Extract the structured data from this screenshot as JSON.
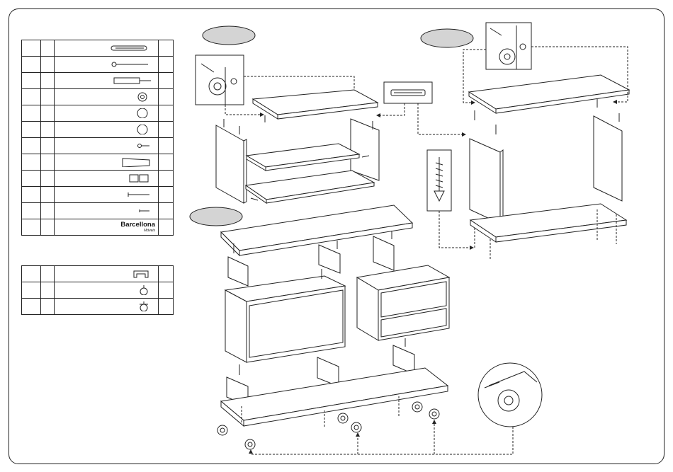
{
  "brand": {
    "name": "Barcellona",
    "sub": "Móveis"
  },
  "colors": {
    "line": "#222222",
    "step_badge": "#d4d4d4",
    "panel": "#ffffff"
  },
  "hardware_table": {
    "rows": [
      {
        "icon": "cam-bolt-long-icon"
      },
      {
        "icon": "screw-long-icon"
      },
      {
        "icon": "wall-plug-icon"
      },
      {
        "icon": "cam-lock-icon"
      },
      {
        "icon": "cover-cap-icon"
      },
      {
        "icon": "cover-cap-icon"
      },
      {
        "icon": "small-screw-icon"
      },
      {
        "icon": "glue-tube-icon"
      },
      {
        "icon": "hinge-icon"
      },
      {
        "icon": "nail-icon"
      },
      {
        "icon": "tiny-nail-icon"
      },
      {
        "icon": "brand-logo",
        "brand": true
      }
    ]
  },
  "accessory_table": {
    "rows": [
      {
        "icon": "handle-icon"
      },
      {
        "icon": "caster-wheel-icon"
      },
      {
        "icon": "caster-wheel-brake-icon"
      }
    ]
  }
}
